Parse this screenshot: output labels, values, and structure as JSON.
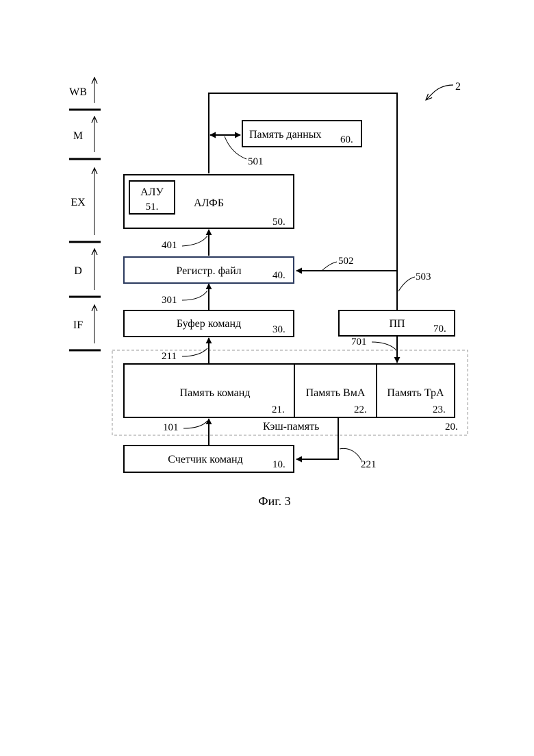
{
  "figure_ref": "2",
  "caption": "Фиг. 3",
  "stages": [
    "WB",
    "M",
    "EX",
    "D",
    "IF"
  ],
  "blocks": {
    "data_memory": {
      "label": "Память данных",
      "num": "60."
    },
    "alu": {
      "label": "АЛУ",
      "num": "51."
    },
    "alfb": {
      "label": "АЛФБ",
      "num": "50."
    },
    "regfile": {
      "label": "Регистр. файл",
      "num": "40."
    },
    "buffer": {
      "label": "Буфер команд",
      "num": "30."
    },
    "pp": {
      "label": "ПП",
      "num": "70."
    },
    "instr_mem": {
      "label": "Память команд",
      "num": "21."
    },
    "vma_mem": {
      "label": "Память ВмА",
      "num": "22."
    },
    "tra_mem": {
      "label": "Память ТрА",
      "num": "23."
    },
    "cache": {
      "label": "Кэш-память",
      "num": "20."
    },
    "counter": {
      "label": "Счетчик команд",
      "num": "10."
    }
  },
  "refs": {
    "r501": "501",
    "r502": "502",
    "r503": "503",
    "r401": "401",
    "r301": "301",
    "r211": "211",
    "r701": "701",
    "r101": "101",
    "r221": "221"
  }
}
